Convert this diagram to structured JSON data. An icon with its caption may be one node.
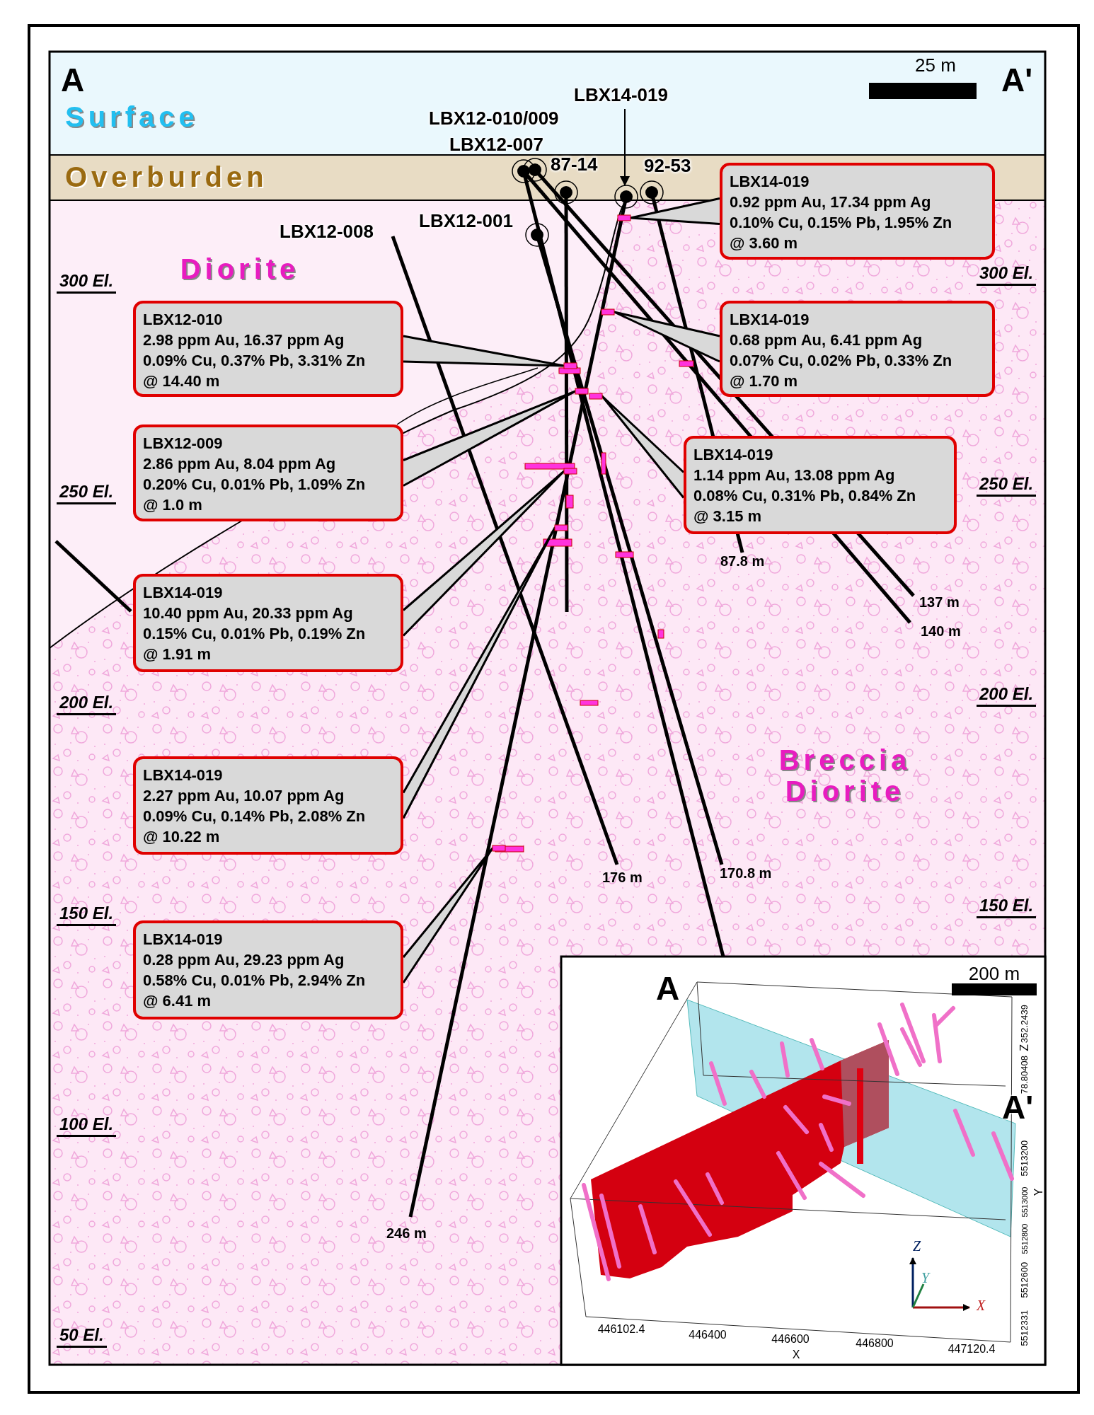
{
  "diagram": {
    "nodes": [
      {
        "text": [
          "LBX14-019"
        ]
      },
      {
        "text": [],
        "shape": "circle"
      },
      {
        "text": [
          "LBX14-019",
          "0.92 ppm Au, 17.34 ppm Ag",
          "0.10% Cu, 0.15% Pb, 1.95% Zn",
          "@ 3.60 m"
        ]
      },
      {
        "text": [
          "LBX12-010",
          "2.98 ppm Au, 16.37 ppm Ag",
          "0.09% Cu, 0.37% Pb, 3.31% Zn",
          "@ 14.40 m"
        ]
      },
      {
        "text": [
          "LBX14-019",
          "0.68 ppm Au, 6.41 ppm Ag",
          "0.07% Cu, 0.02% Pb, 0.33% Zn",
          "@ 1.70 m"
        ]
      },
      {
        "text": [
          "LBX12-009",
          "2.86 ppm Au, 8.04 ppm Ag",
          "0.20% Cu, 0.01% Pb, 1.09% Zn",
          "@ 1.0 m"
        ]
      },
      {
        "text": [
          "LBX14-019",
          "1.14 ppm Au, 13.08 ppm Ag",
          "0.08% Cu, 0.31% Pb, 0.84% Zn",
          "@ 3.15 m"
        ]
      },
      {
        "text": [
          "LBX14-019",
          "10.40 ppm Au, 20.33 ppm Ag",
          "0.15% Cu, 0.01% Pb, 0.19% Zn",
          "@ 1.91 m"
        ]
      },
      {
        "text": [
          "LBX14-019",
          "2.27 ppm Au, 10.07 ppm Ag",
          "0.09% Cu, 0.14% Pb, 2.08% Zn",
          "@ 10.22 m"
        ]
      },
      {
        "text": [
          "LBX14-019",
          "0.28 ppm Au, 29.23 ppm Ag",
          "0.58% Cu, 0.01% Pb, 2.94% Zn",
          "@ 6.41 m"
        ]
      },
      {
        "text": [],
        "shape": "bar"
      },
      {
        "text": [],
        "shape": "bar"
      },
      {
        "text": [],
        "shape": "bar"
      },
      {
        "text": [],
        "shape": "bar"
      },
      {
        "text": [],
        "shape": "bar"
      },
      {
        "text": [],
        "shape": "bar"
      },
      {
        "text": [],
        "shape": "bar"
      },
      {
        "text": [],
        "shape": "bar"
      }
    ],
    "edges": [
      {
        "from": 0,
        "to": 1,
        "arrow": "to"
      },
      {
        "from": 2,
        "to": 10,
        "arrow": "none"
      },
      {
        "from": 3,
        "to": 11,
        "arrow": "none"
      },
      {
        "from": 4,
        "to": 12,
        "arrow": "none"
      },
      {
        "from": 5,
        "to": 13,
        "arrow": "none"
      },
      {
        "from": 6,
        "to": 14,
        "arrow": "none"
      },
      {
        "from": 7,
        "to": 15,
        "arrow": "none"
      },
      {
        "from": 8,
        "to": 16,
        "arrow": "none"
      },
      {
        "from": 9,
        "to": 17,
        "arrow": "none"
      }
    ],
    "labels": [
      "A",
      "25 m",
      "A'",
      "Surface",
      "LBX12-010/009",
      "LBX12-007",
      "87-14",
      "92-53",
      "Overburden",
      "LBX12-008",
      "LBX12-001",
      "Diorite",
      "300 El.",
      "300 El.",
      "250 El.",
      "250 El.",
      "87.8 m",
      "137 m",
      "140 m",
      "200 El.",
      "200 El.",
      "Breccia Diorite",
      "176 m",
      "170.8 m",
      "150 El.",
      "150 El.",
      "A",
      "200 m",
      "352.2439",
      "Z",
      "78.80408",
      "A'",
      "5513200",
      "5513000",
      "Y",
      "100 El.",
      "5512800",
      "246 m",
      "5512600",
      "Z",
      "Y",
      "X",
      "5512331",
      "446102.4",
      "446400",
      "446600",
      "446800",
      "447120.4",
      "X",
      "50 El."
    ]
  }
}
